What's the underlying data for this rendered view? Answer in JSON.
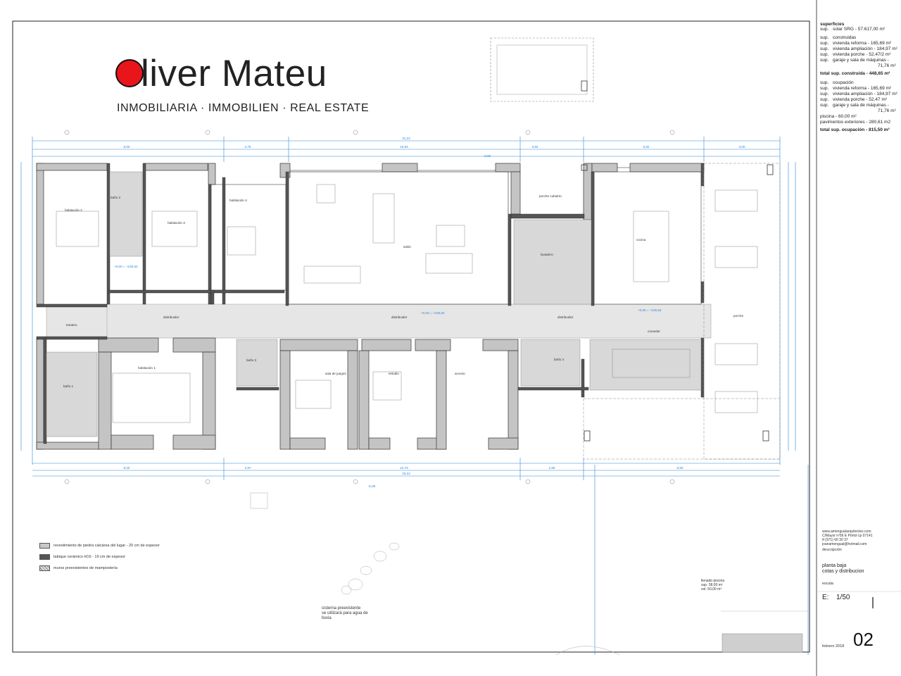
{
  "brand": {
    "name": "liver Mateu",
    "tagline": "INMOBILIARIA · IMMOBILIEN · REAL ESTATE",
    "accent": "#e8151b"
  },
  "surfaces": {
    "heading": "superficies",
    "solar": {
      "lab": "sup.",
      "text": "solar SRG - 57.617,00 m²"
    },
    "built_heading": {
      "lab": "sup.",
      "text": "construidas"
    },
    "built": [
      {
        "lab": "sup.",
        "text": "vivienda reforma - 165,69 m²"
      },
      {
        "lab": "sup.",
        "text": "vivienda ampliación - 184,97 m²"
      },
      {
        "lab": "sup.",
        "text": "vivienda porche - 52,47/2 m²"
      },
      {
        "lab": "sup.",
        "text": "garaje y sala de máquinas -"
      }
    ],
    "built_extra": "71,76 m²",
    "built_total": "total sup. construida - 448,65 m²",
    "occupation_heading": {
      "lab": "sup.",
      "text": "ocupación"
    },
    "occupation": [
      {
        "lab": "sup.",
        "text": "vivienda reforma - 165,69 m²"
      },
      {
        "lab": "sup.",
        "text": "vivienda ampliación - 184,97 m²"
      },
      {
        "lab": "sup.",
        "text": "vivienda porche - 52,47 m²"
      },
      {
        "lab": "sup.",
        "text": "garaje y sala de máquinas -"
      }
    ],
    "occupation_extra": "71,76 m²",
    "pool": "piscina - 60,00 m²",
    "exterior": "pavimentos exteriores - 280,61 m2",
    "occupation_total": "total sup. ocupación - 815,50 m²"
  },
  "rooms": [
    {
      "label": "habitación 2"
    },
    {
      "label": "baño 2"
    },
    {
      "label": "habitación 3"
    },
    {
      "label": "habitación 4"
    },
    {
      "label": "salón"
    },
    {
      "label": "porche cubierto"
    },
    {
      "label": "lavadero"
    },
    {
      "label": "cocina"
    },
    {
      "label": "distribuidor"
    },
    {
      "label": "distribuidor"
    },
    {
      "label": "distribuidor"
    },
    {
      "label": "porche"
    },
    {
      "label": "comedor"
    },
    {
      "label": "baño 1"
    },
    {
      "label": "habitación 1"
    },
    {
      "label": "baño 3"
    },
    {
      "label": "sala de juegos"
    },
    {
      "label": "estudio"
    },
    {
      "label": "acceso"
    },
    {
      "label": "baño 4"
    },
    {
      "label": "trastero"
    }
  ],
  "levels": [
    "+0,00 = +100,52",
    "+0,00 = +100,52",
    "+0,00 = +100,52"
  ],
  "dims": {
    "top_total": "31,22",
    "top_segments": [
      "8,00",
      "2,75",
      "10,84",
      "3,84",
      "5,82",
      "3,00"
    ],
    "bottom_total": "33,22",
    "bottom_segments": [
      "8,00",
      "2,97",
      "10,75",
      "2,85",
      "8,60"
    ],
    "elev_neg": "-0,05",
    "elev_neg2": "-0,00"
  },
  "legend": [
    {
      "text": "revestimiento de piedra calcárea del lugar - 20 cm de espesor",
      "color": "#c8c8c8",
      "kind": "fill"
    },
    {
      "text": "tabique cerámico H16 - 19 cm de espesor",
      "color": "#555555",
      "kind": "fill"
    },
    {
      "text": "muros preexistentes de mampostería",
      "color": "#d4d4d4",
      "kind": "hatch"
    }
  ],
  "contact": [
    "www.amenguaIarquitectes.com",
    "C/Mayor nº56 E Pórtol cp 07141",
    "tf (971) 60 30 37",
    "joanamengual@hotmail.com"
  ],
  "titleblock": {
    "description_label": "descripción",
    "plan_line1": "planta baja",
    "plan_line2": "cotas y distribucion",
    "scale_label": "escala",
    "scale_prefix": "E:",
    "scale_value": "1/50",
    "date": "febrero 2018",
    "sheet": "02"
  },
  "notes": {
    "cistern": [
      "cisterna preexistente",
      "se utilizará para agua de",
      "lluvia"
    ],
    "pool": [
      "llenado piscina",
      "sup. 58,00 m²",
      "vol. 50,00 m³"
    ]
  },
  "colors": {
    "line": "#222222",
    "dim": "#2f86d6",
    "wall": "#555555",
    "stone": "#c4c4c4",
    "corridor": "#e6e6e6",
    "wet": "#d8d8d8"
  }
}
